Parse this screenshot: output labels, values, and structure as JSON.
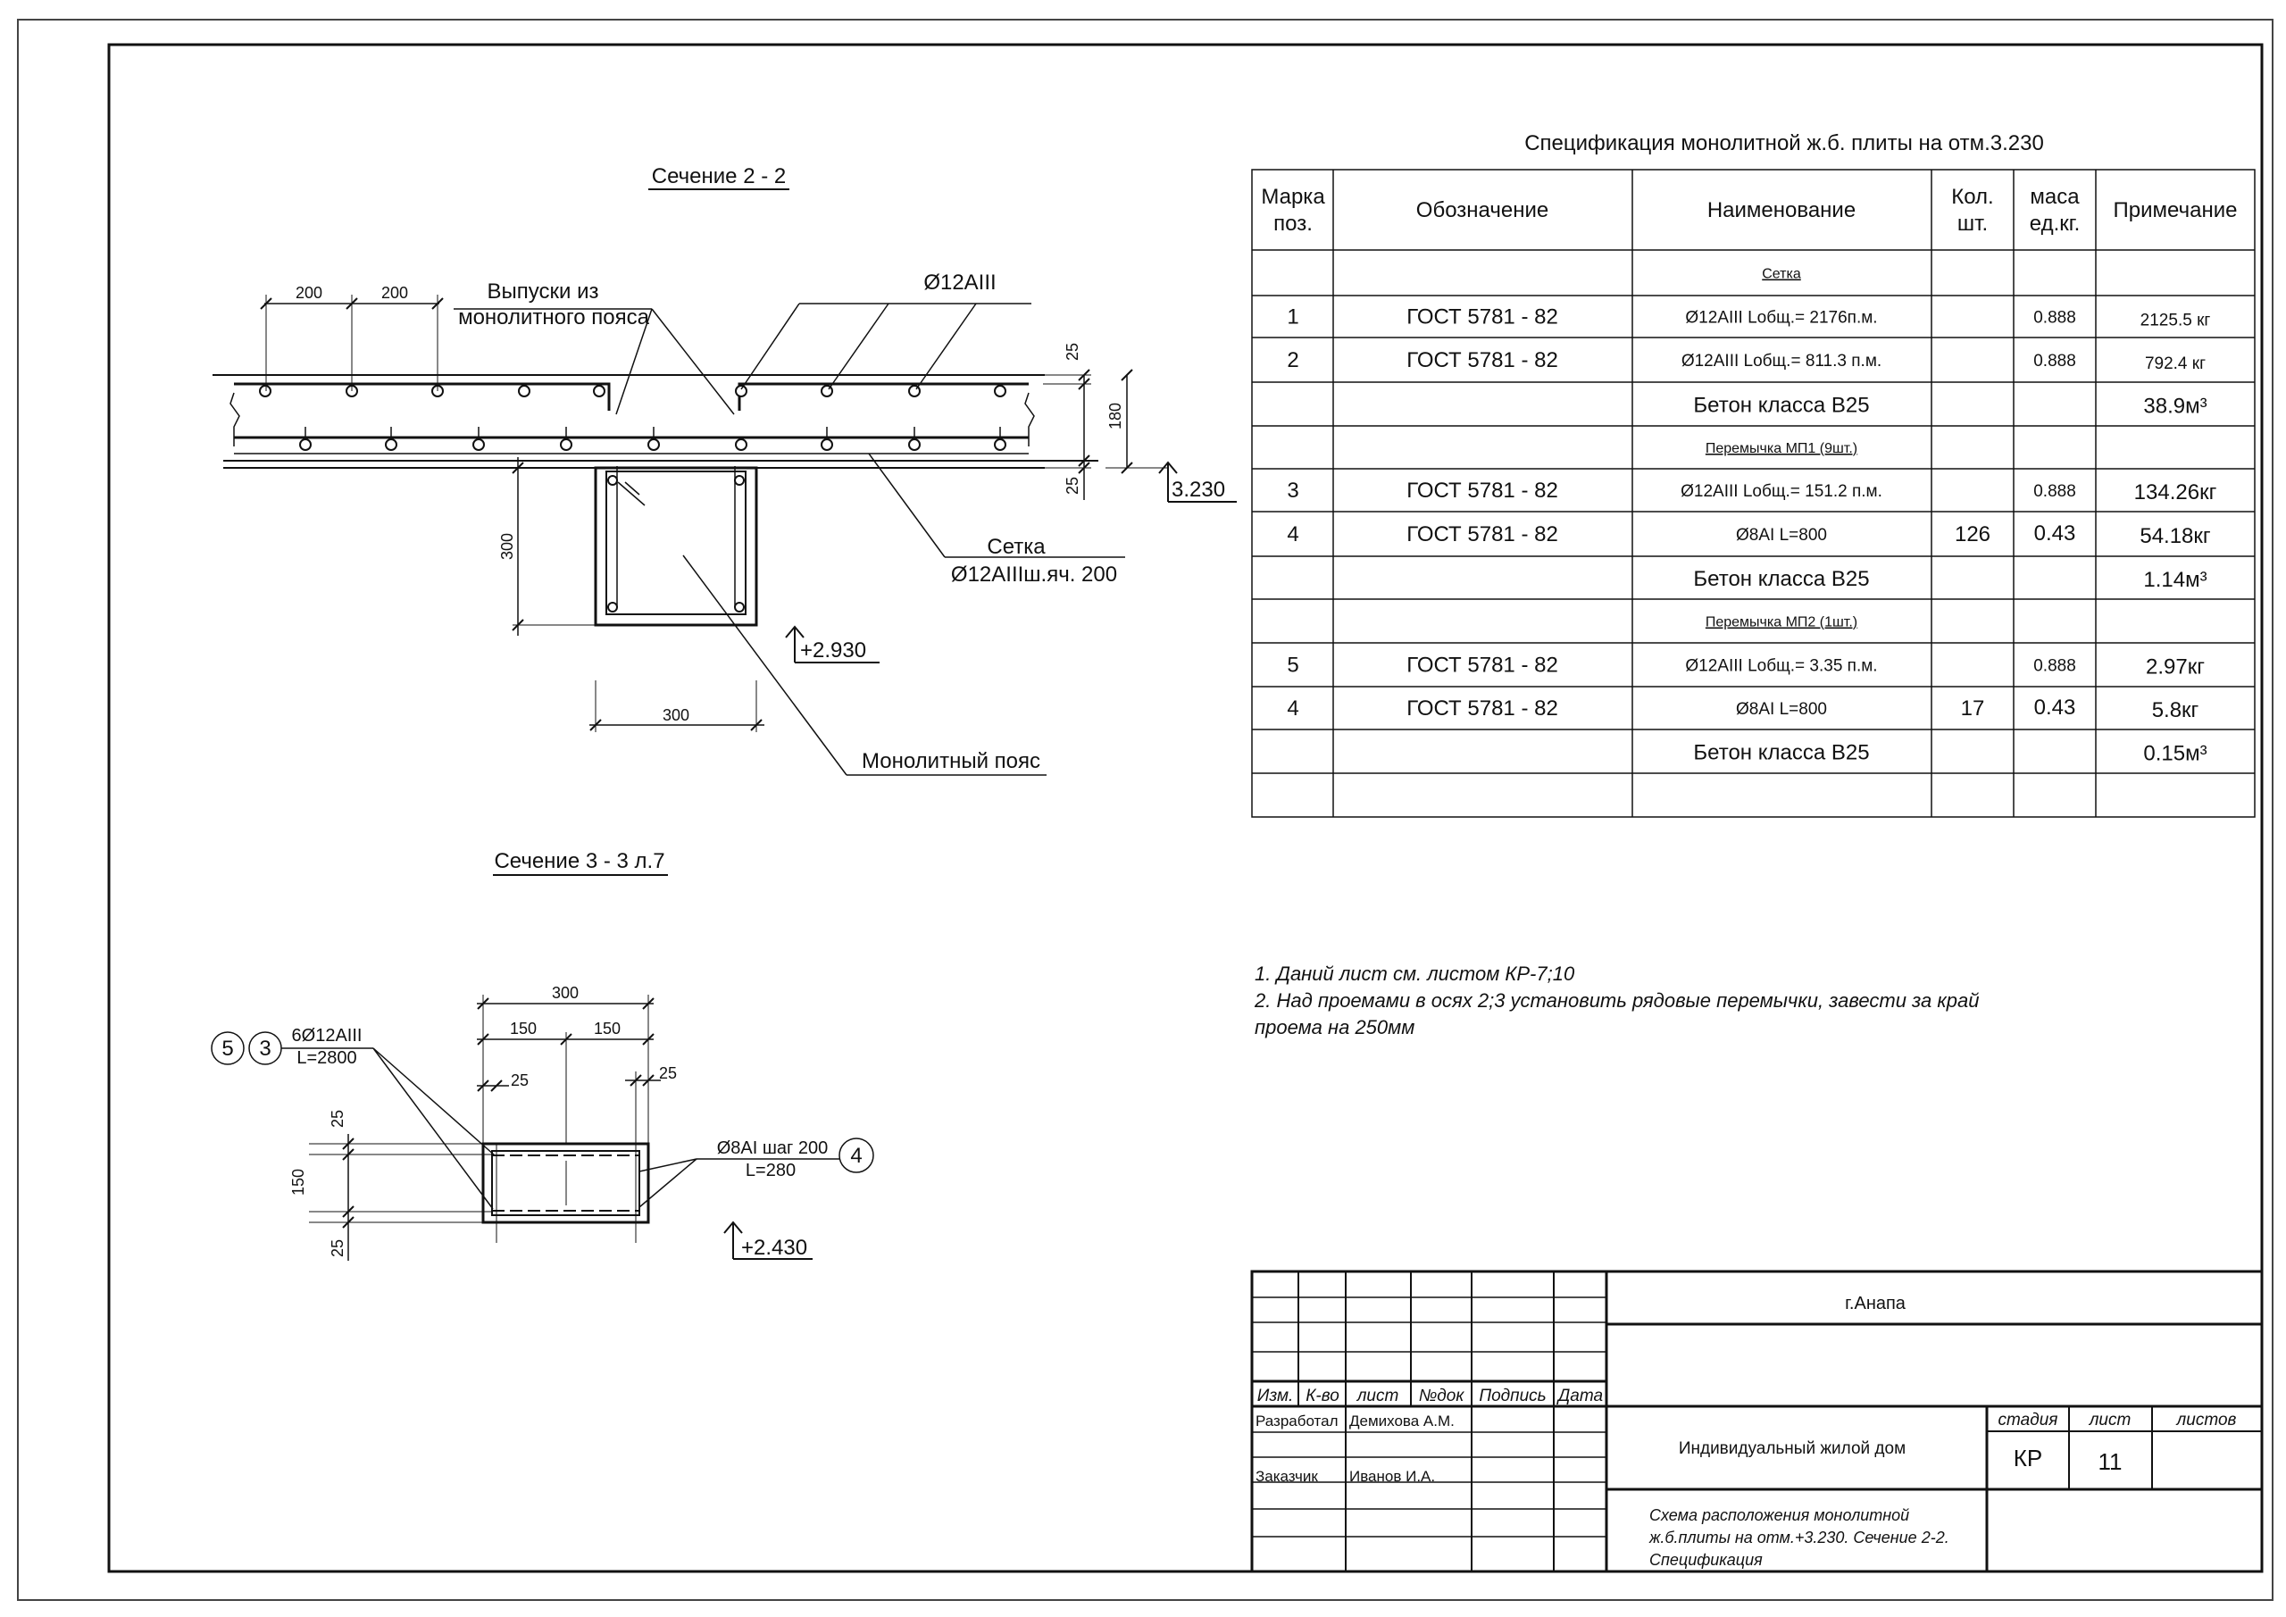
{
  "section22": {
    "title": "Сечение 2 - 2",
    "dim_200_a": "200",
    "dim_200_b": "200",
    "dim_25_top": "25",
    "dim_180": "180",
    "dim_25_bot": "25",
    "dim_300_v": "300",
    "dim_300_h": "300",
    "label_vypuski_1": "Выпуски из",
    "label_vypuski_2": "монолитного пояса",
    "label_rebar": "Ø12AIII",
    "label_setka_1": "Сетка",
    "label_setka_2": "Ø12AIIIш.яч. 200",
    "label_belt": "Монолитный пояс",
    "elev_top": "3.230",
    "elev_bottom": "+2.930"
  },
  "section33": {
    "title": "Сечение 3 - 3 л.7",
    "dim_300": "300",
    "dim_150_a": "150",
    "dim_150_b": "150",
    "dim_25_l": "25",
    "dim_25_r": "25",
    "dim_25_top": "25",
    "dim_150_v": "150",
    "dim_25_bot": "25",
    "bubble_5": "5",
    "bubble_3": "3",
    "bubble_4": "4",
    "bar_label_1": "6Ø12AIII",
    "bar_label_2": "L=2800",
    "stirrup_label_1": "Ø8AI шаг 200",
    "stirrup_label_2": "L=280",
    "elev": "+2.430"
  },
  "spec": {
    "title": "Спецификация монолитной  ж.б. плиты на отм.3.230",
    "headers": [
      "Марка поз.",
      "Обозначение",
      "Наименование",
      "Кол. шт.",
      "маса ед.кг.",
      "Примечание"
    ],
    "rows": [
      {
        "mark": "",
        "code": "",
        "name": "Сетка",
        "qty": "",
        "mass": "",
        "note": "",
        "kind": "group"
      },
      {
        "mark": "1",
        "code": "ГОСТ 5781 - 82",
        "name": "Ø12AIII Lобщ.= 2176п.м.",
        "qty": "",
        "mass": "0.888",
        "note": "2125.5 кг",
        "kind": "small"
      },
      {
        "mark": "2",
        "code": "ГОСТ 5781 - 82",
        "name": "Ø12AIII Lобщ.= 811.3 п.м.",
        "qty": "",
        "mass": "0.888",
        "note": "792.4 кг",
        "kind": "small"
      },
      {
        "mark": "",
        "code": "",
        "name": "Бетон  класса В25",
        "qty": "",
        "mass": "",
        "note": "38.9м³",
        "kind": "big"
      },
      {
        "mark": "",
        "code": "",
        "name": "Перемычка МП1 (9шт.)",
        "qty": "",
        "mass": "",
        "note": "",
        "kind": "group"
      },
      {
        "mark": "3",
        "code": "ГОСТ 5781 - 82",
        "name": "Ø12AIII Lобщ.= 151.2 п.м.",
        "qty": "",
        "mass": "0.888",
        "note": "134.26кг",
        "kind": "mixed"
      },
      {
        "mark": "4",
        "code": "ГОСТ 5781 - 82",
        "name": "Ø8AI L=800",
        "qty": "126",
        "mass": "0.43",
        "note": "54.18кг",
        "kind": "mixed"
      },
      {
        "mark": "",
        "code": "",
        "name": "Бетон  класса В25",
        "qty": "",
        "mass": "",
        "note": "1.14м³",
        "kind": "big"
      },
      {
        "mark": "",
        "code": "",
        "name": "Перемычка МП2 (1шт.)",
        "qty": "",
        "mass": "",
        "note": "",
        "kind": "group"
      },
      {
        "mark": "5",
        "code": "ГОСТ 5781 - 82",
        "name": "Ø12AIII Lобщ.= 3.35 п.м.",
        "qty": "",
        "mass": "0.888",
        "note": "2.97кг",
        "kind": "mixed"
      },
      {
        "mark": "4",
        "code": "ГОСТ 5781 - 82",
        "name": "Ø8AI L=800",
        "qty": "17",
        "mass": "0.43",
        "note": "5.8кг",
        "kind": "mixed"
      },
      {
        "mark": "",
        "code": "",
        "name": "Бетон  класса В25",
        "qty": "",
        "mass": "",
        "note": "0.15м³",
        "kind": "big"
      },
      {
        "mark": "",
        "code": "",
        "name": "",
        "qty": "",
        "mass": "",
        "note": "",
        "kind": "empty"
      }
    ]
  },
  "notes": {
    "line1": "1. Даний лист  см. листом  КР-7;10",
    "line2": "2. Над проемами в осях 2;3 установить рядовые перемычки, завести за край",
    "line3": "проема на 250мм"
  },
  "stamp": {
    "city": "г.Анапа",
    "col_izm": "Изм.",
    "col_kvo": "К-во",
    "col_list": "лист",
    "col_ndok": "№док",
    "col_podpis": "Подпись",
    "col_data": "Дата",
    "role_dev": "Разработал",
    "name_dev": "Демихова А.М.",
    "role_client": "Заказчик",
    "name_client": "Иванов И.А.",
    "project": "Индивидуальный  жилой  дом",
    "stage_hdr": "стадия",
    "sheet_hdr": "лист",
    "sheets_hdr": "листов",
    "stage": "КР",
    "sheet_no": "11",
    "desc1": "Схема расположения монолитной",
    "desc2": "ж.б.плиты на отм.+3.230. Сечение 2-2.",
    "desc3": "Спецификация"
  }
}
